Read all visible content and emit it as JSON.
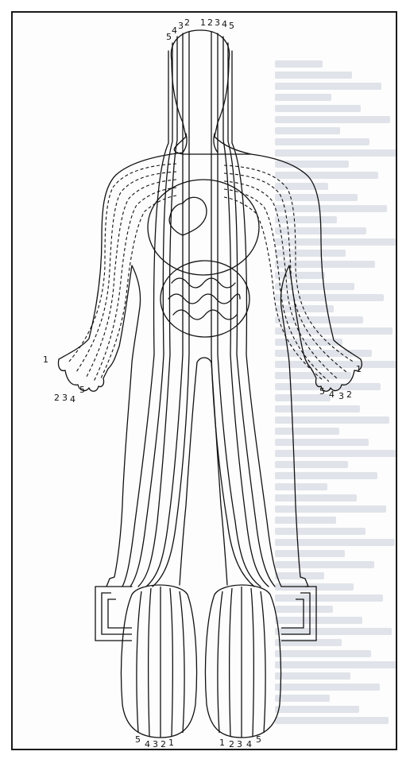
{
  "figure": {
    "head_left_numbers": [
      "5",
      "4",
      "3",
      "2"
    ],
    "head_right_numbers": [
      "1",
      "2",
      "3",
      "4",
      "5"
    ],
    "left_hand_numbers": [
      "1",
      "2",
      "3",
      "4",
      "5"
    ],
    "right_hand_numbers": [
      "5",
      "4",
      "3",
      "2",
      "1"
    ],
    "left_foot_numbers": [
      "5",
      "4",
      "3",
      "2",
      "1"
    ],
    "right_foot_numbers": [
      "1",
      "2",
      "3",
      "4",
      "5"
    ],
    "stroke_color": "#111111",
    "background_color": "#fdfdfd",
    "ghost_text_color": "#5a6a8a"
  }
}
